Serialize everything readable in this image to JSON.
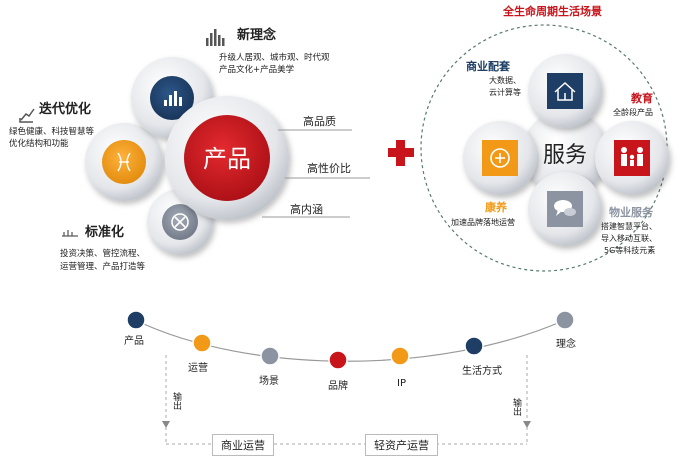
{
  "colors": {
    "red": "#c8141b",
    "navy": "#1e3e66",
    "orange": "#f29a17",
    "gray": "#8c94a2",
    "line": "#999999",
    "dash": "#aaaaaa"
  },
  "left": {
    "product_center": "产品",
    "xin_linian": {
      "title": "新理念",
      "desc": [
        "升级人居观、城市观、时代观",
        "产品文化+产品美学"
      ],
      "icon": "bar-chart-icon"
    },
    "diedai": {
      "title": "迭代优化",
      "desc": [
        "绿色健康、科技智慧等",
        "优化结构和功能"
      ],
      "icon": "rising-line-icon"
    },
    "biaozhun": {
      "title": "标准化",
      "desc": [
        "投资决策、管控流程、",
        "运营管理、产品打造等"
      ],
      "icon": "level-icon"
    },
    "attributes": [
      "高品质",
      "高性价比",
      "高内涵"
    ]
  },
  "right": {
    "title": "全生命周期生活场景",
    "service_center": "服务",
    "shangye": {
      "title": "商业配套",
      "desc": [
        "大数据、",
        "云计算等"
      ],
      "icon": "home-icon"
    },
    "jiaoyu": {
      "title": "教育",
      "desc": [
        "全龄段产品"
      ],
      "icon": "family-icon"
    },
    "kangyang": {
      "title": "康养",
      "desc": [
        "加速品牌落地运营"
      ],
      "icon": "plus-circle-icon"
    },
    "wuye": {
      "title": "物业服务",
      "desc": [
        "搭建智慧平台、",
        "导入移动互联、",
        "5G等科技元素"
      ],
      "icon": "chat-icon"
    }
  },
  "timeline": {
    "nodes": [
      {
        "label": "产品",
        "color": "#1e3e66"
      },
      {
        "label": "运营",
        "color": "#f29a17"
      },
      {
        "label": "场景",
        "color": "#8c94a2"
      },
      {
        "label": "品牌",
        "color": "#c8141b"
      },
      {
        "label": "IP",
        "color": "#f29a17"
      },
      {
        "label": "生活方式",
        "color": "#1e3e66"
      },
      {
        "label": "理念",
        "color": "#8c94a2"
      }
    ],
    "output_left": "输出",
    "output_right": "输出",
    "box_left": "商业运营",
    "box_right": "轻资产运营"
  }
}
